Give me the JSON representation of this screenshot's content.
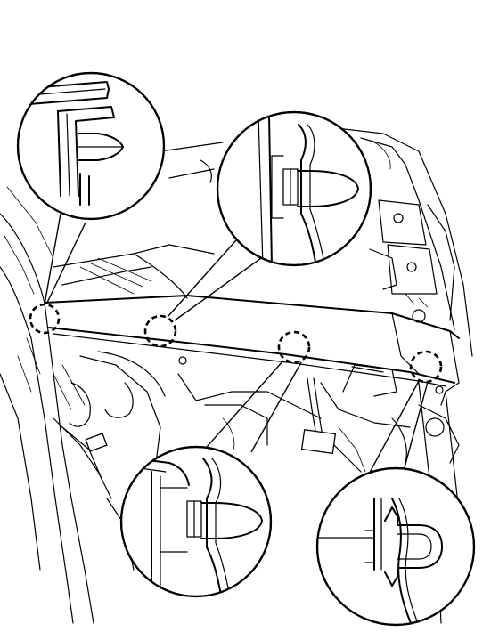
{
  "diagram": {
    "callouts": [
      {
        "id": "top-left",
        "detail": "bracket-edge-clip"
      },
      {
        "id": "top-center",
        "detail": "push-clip"
      },
      {
        "id": "bottom-center",
        "detail": "push-clip"
      },
      {
        "id": "bottom-right",
        "detail": "claw-clip"
      }
    ],
    "clip_locations": 4,
    "colors": {
      "line": "#000000",
      "background": "#ffffff"
    }
  }
}
